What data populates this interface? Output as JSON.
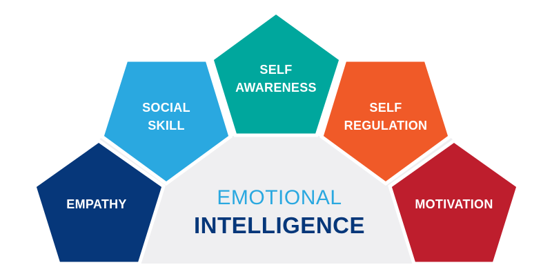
{
  "diagram": {
    "center": {
      "line1": "EMOTIONAL",
      "line2": "INTELLIGENCE",
      "line1_color": "#2AA8E0",
      "line2_color": "#06377A",
      "background": "#EFEFF1"
    },
    "components": [
      {
        "id": "empathy",
        "lines": [
          "EMPATHY"
        ],
        "color": "#06377A"
      },
      {
        "id": "social-skill",
        "lines": [
          "SOCIAL",
          "SKILL"
        ],
        "color": "#2AA8E0"
      },
      {
        "id": "self-awareness",
        "lines": [
          "SELF",
          "AWARENESS"
        ],
        "color": "#00A79D"
      },
      {
        "id": "self-regulation",
        "lines": [
          "SELF",
          "REGULATION"
        ],
        "color": "#F05A28"
      },
      {
        "id": "motivation",
        "lines": [
          "MOTIVATION"
        ],
        "color": "#BE1E2D"
      }
    ]
  }
}
